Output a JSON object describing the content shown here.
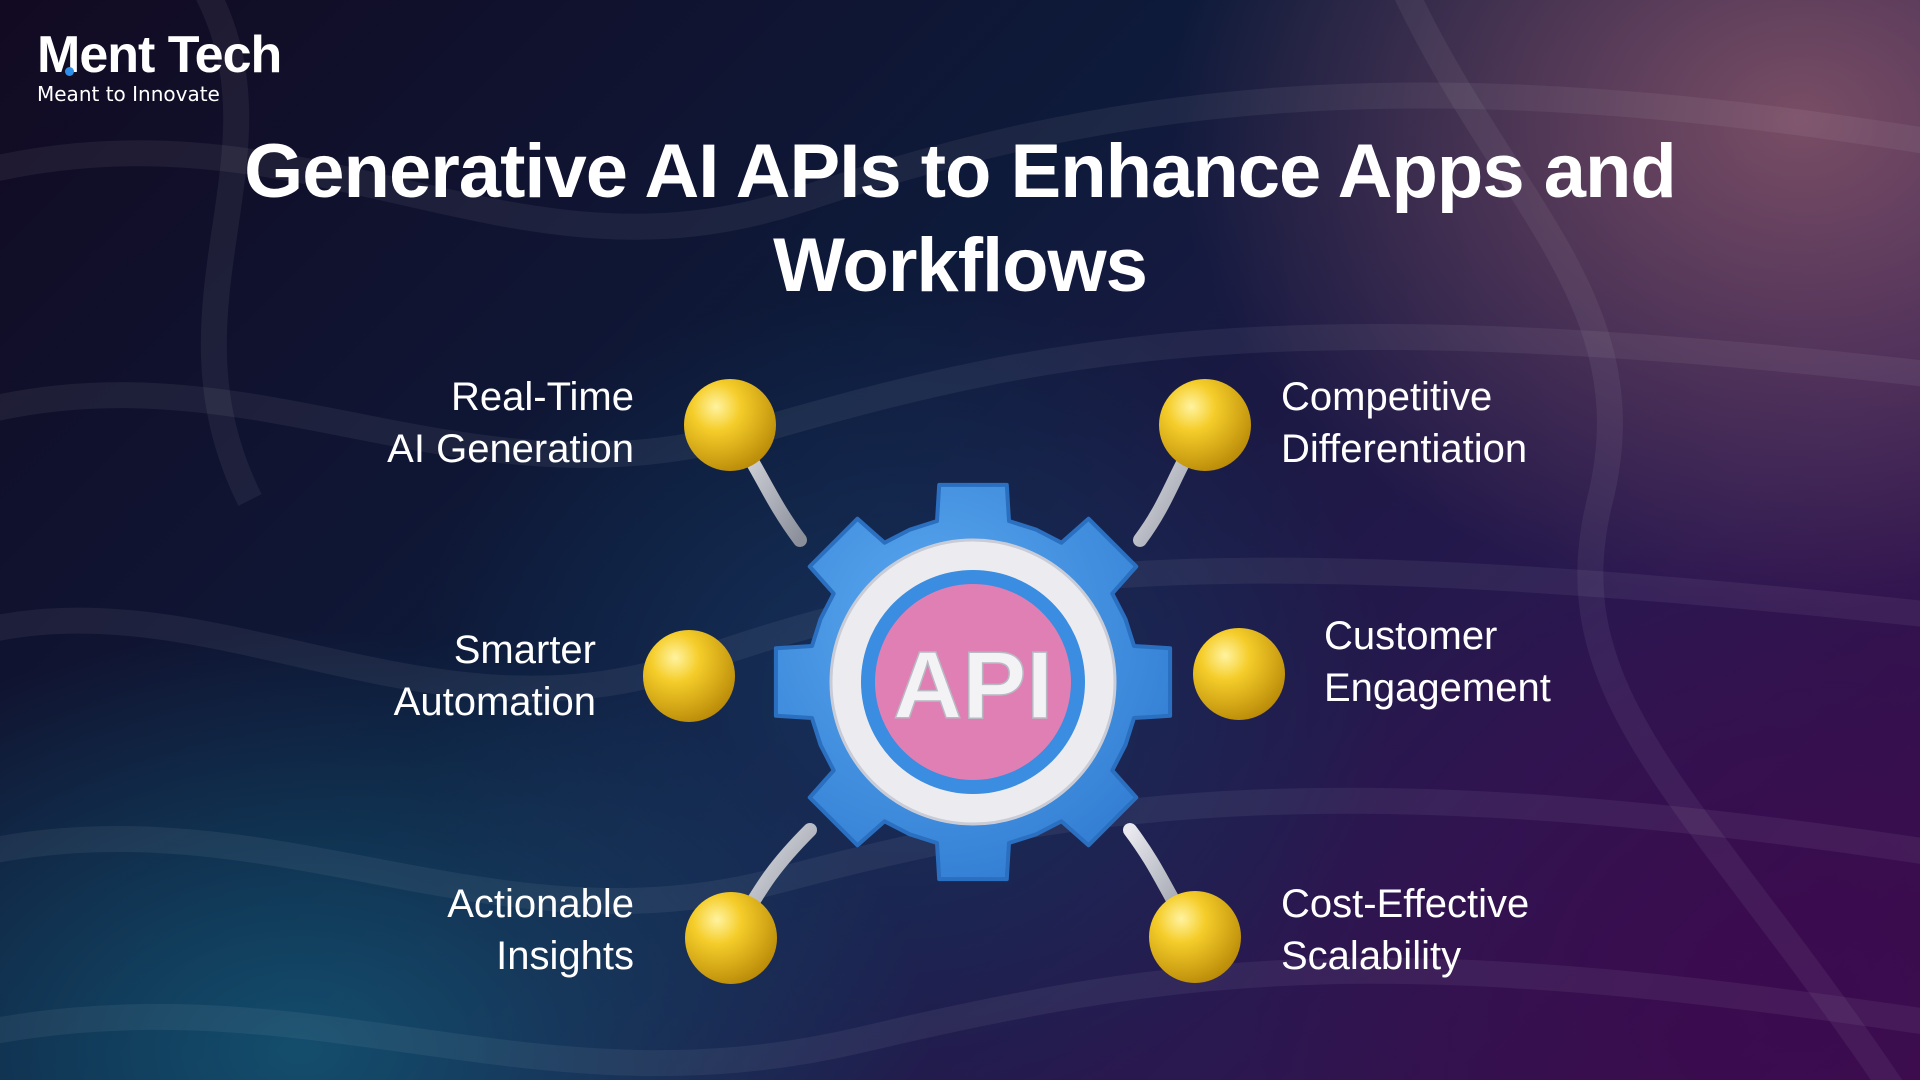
{
  "logo": {
    "name": "Ment Tech",
    "tagline": "Meant to Innovate"
  },
  "title": {
    "line1": "Generative AI APIs to Enhance Apps and",
    "line2": "Workflows"
  },
  "hub": {
    "label": "API"
  },
  "features": [
    {
      "line1": "Real-Time",
      "line2": "AI Generation"
    },
    {
      "line1": "Smarter",
      "line2": "Automation"
    },
    {
      "line1": "Actionable",
      "line2": "Insights"
    },
    {
      "line1": "Competitive",
      "line2": "Differentiation"
    },
    {
      "line1": "Customer",
      "line2": "Engagement"
    },
    {
      "line1": "Cost-Effective",
      "line2": "Scalability"
    }
  ],
  "colors": {
    "gear": "#3a8de0",
    "ring": "#ececf0",
    "core": "#e07fb4",
    "node": "#f2c420",
    "accent_dot": "#2f8fe8"
  }
}
